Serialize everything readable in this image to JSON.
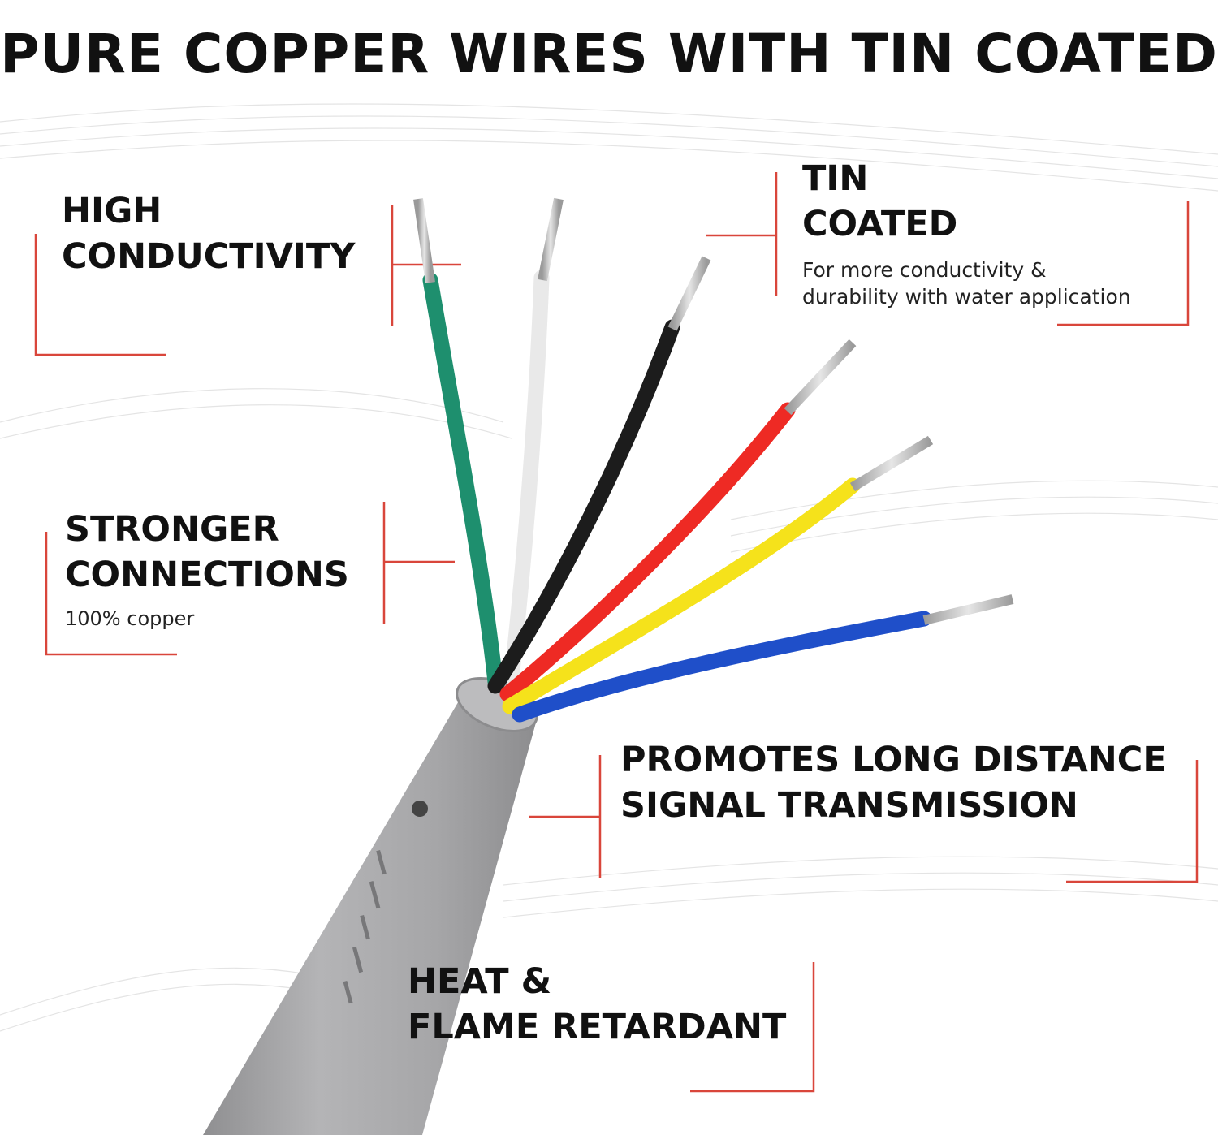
{
  "headline": "PURE COPPER WIRES WITH TIN COATED",
  "callouts": {
    "high_conductivity": {
      "line1": "HIGH",
      "line2": "CONDUCTIVITY"
    },
    "tin_coated": {
      "line1": "TIN",
      "line2": "COATED",
      "desc_line1": "For more conductivity &",
      "desc_line2": "durability with water application"
    },
    "stronger_connections": {
      "line1": "STRONGER",
      "line2": "CONNECTIONS",
      "desc": "100% copper"
    },
    "long_distance": {
      "line1": "PROMOTES LONG DISTANCE",
      "line2": "SIGNAL TRANSMISSION"
    },
    "heat_flame": {
      "line1": "HEAT &",
      "line2": "FLAME RETARDANT"
    }
  },
  "colors": {
    "accent_red": "#d9463b",
    "jacket_gray": "#a9a9ab",
    "wire_green": "#1e8f6e",
    "wire_white": "#f2f2f2",
    "wire_black": "#1c1c1c",
    "wire_red": "#ee2a24",
    "wire_yellow": "#f5e21b",
    "wire_blue": "#1f4fc9",
    "copper_tin": "#c7c7c7"
  }
}
